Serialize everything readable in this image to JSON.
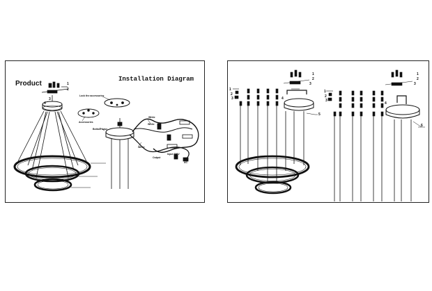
{
  "left_panel": {
    "product_title": "Product",
    "install_title": "Installation Diagram",
    "labels": {
      "lock_accessories": "Lock the accessories",
      "accessories": "Accessories",
      "bottom_base": "Bottom base",
      "white_1": "White",
      "white_2": "White",
      "white_3": "White",
      "output": "Output",
      "input": "Input 220V",
      "ac": "AC"
    },
    "part_numbers": [
      "1",
      "2",
      "3",
      "4"
    ]
  },
  "right_panel": {
    "left_part_numbers": [
      "1",
      "2",
      "3",
      "4"
    ],
    "top_part_numbers_a": [
      "1",
      "2",
      "3"
    ],
    "top_part_numbers_b": [
      "1",
      "2",
      "3"
    ],
    "lower_part_numbers": [
      "1",
      "2",
      "3",
      "4"
    ],
    "callouts": [
      "5",
      "6"
    ]
  }
}
